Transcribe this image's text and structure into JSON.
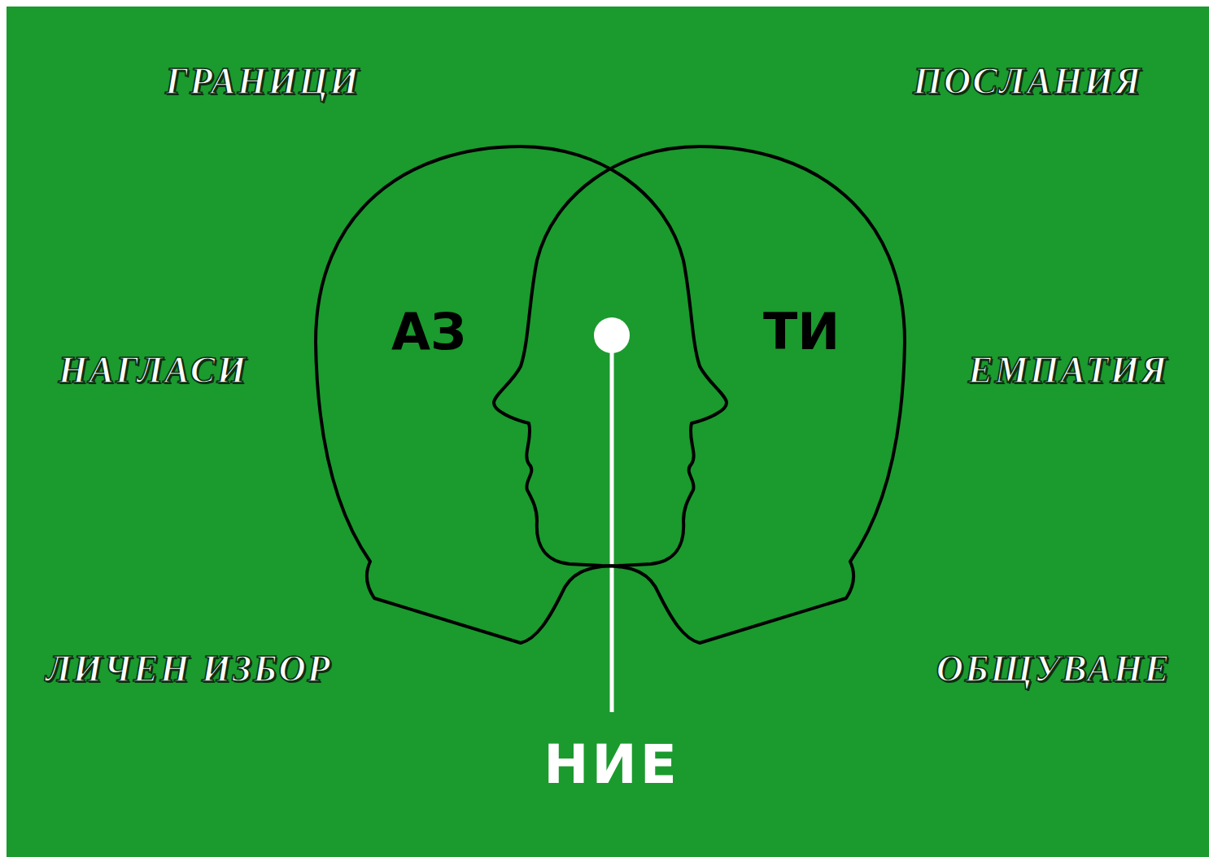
{
  "diagram": {
    "nodes": [
      {
        "text": [
          "АЗ"
        ]
      },
      {
        "text": [
          "ТИ"
        ]
      }
    ],
    "labels": [
      "ГРАНИЦИ",
      "ПОСЛАНИЯ",
      "НАГЛАСИ",
      "ЕМПАТИЯ",
      "ЛИЧЕН ИЗБОР",
      "ОБЩУВАНЕ",
      "НИЕ"
    ]
  }
}
